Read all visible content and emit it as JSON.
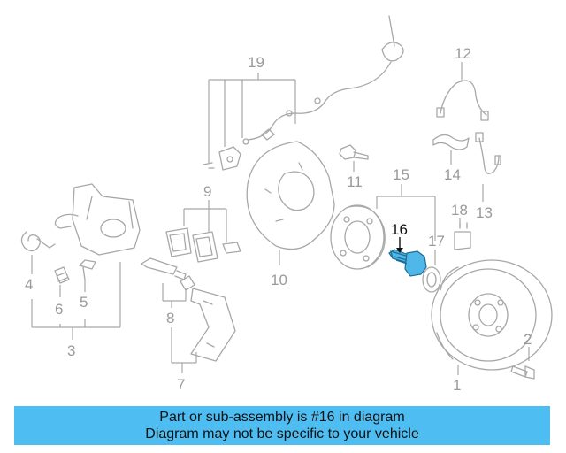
{
  "diagram": {
    "highlight_color": "#4fb8e8",
    "highlighted_part": "16",
    "labels": {
      "p1": "1",
      "p2": "2",
      "p3": "3",
      "p4": "4",
      "p5": "5",
      "p6": "6",
      "p7": "7",
      "p8": "8",
      "p9": "9",
      "p10": "10",
      "p11": "11",
      "p12": "12",
      "p13": "13",
      "p14": "14",
      "p15": "15",
      "p16": "16",
      "p17": "17",
      "p18": "18",
      "p19": "19"
    }
  },
  "banner": {
    "line1": "Part or sub-assembly is #16 in diagram",
    "line2": "Diagram may not be specific to your vehicle",
    "background": "#4ebdf2"
  }
}
